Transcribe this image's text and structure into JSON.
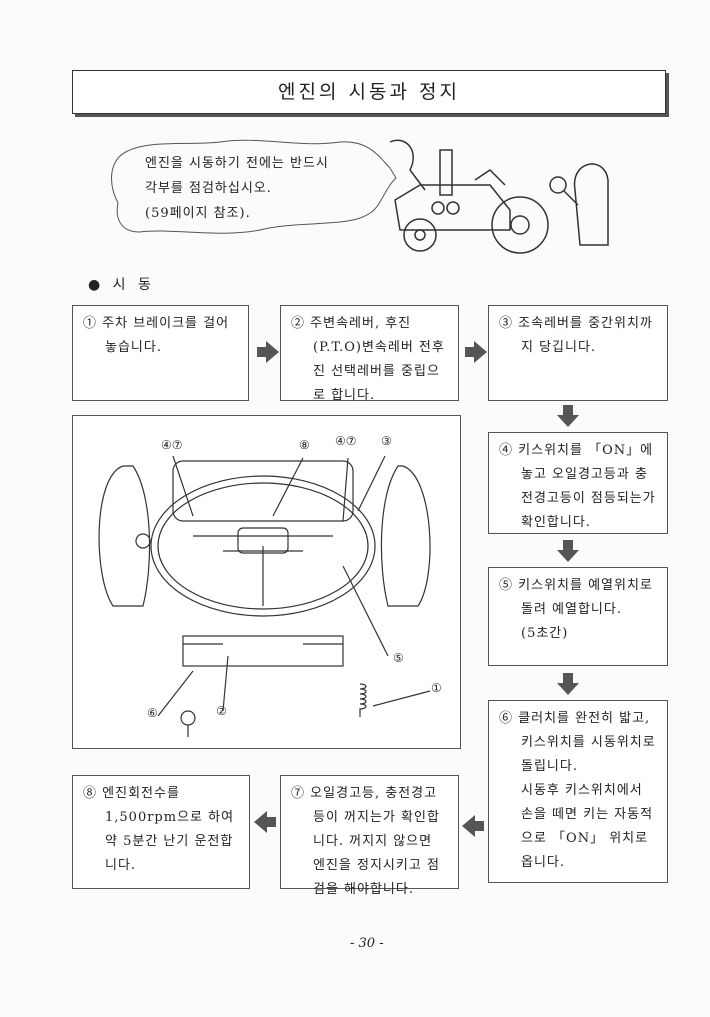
{
  "title": "엔진의 시동과 정지",
  "notice": {
    "line1": "엔진을 시동하기 전에는 반드시",
    "line2": "각부를 점검하십시오.",
    "line3": "(59페이지 참조)."
  },
  "section": {
    "bullet": "●",
    "heading": "시 동"
  },
  "steps": [
    {
      "num": "①",
      "text": "주차 브레이크를 걸어 놓습니다."
    },
    {
      "num": "②",
      "text": "주변속레버, 후진(P.T.O)변속레버 전후진 선택레버를 중립으로 합니다."
    },
    {
      "num": "③",
      "text": "조속레버를 중간위치까지 당깁니다."
    },
    {
      "num": "④",
      "text": "키스위치를 「ON」에 놓고 오일경고등과 충전경고등이 점등되는가 확인합니다."
    },
    {
      "num": "⑤",
      "text": "키스위치를 예열위치로 돌려 예열합니다.",
      "extra": "(5초간)"
    },
    {
      "num": "⑥",
      "text": "클러치를 완전히 밟고, 키스위치를 시동위치로 돌립니다.",
      "extra": "시동후 키스위치에서 손을 떼면 키는 자동적으로 「ON」 위치로 옵니다."
    },
    {
      "num": "⑦",
      "text": "오일경고등, 충전경고등이 꺼지는가 확인합니다. 꺼지지 않으면 엔진을 정지시키고 점검을 해야합니다."
    },
    {
      "num": "⑧",
      "text": "엔진회전수를 1,500rpm으로 하여 약 5분간 난기 운전합니다."
    }
  ],
  "diagram_labels": {
    "l47a": "④⑦",
    "l8": "⑧",
    "l47b": "④⑦",
    "l3": "③",
    "l5": "⑤",
    "l1": "①",
    "l6": "⑥",
    "l2": "②"
  },
  "page_number": "- 30 -"
}
